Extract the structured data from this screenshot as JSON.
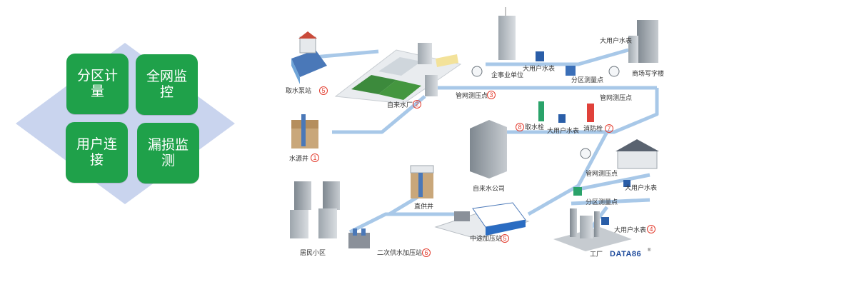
{
  "tiles": {
    "top_left": "分区计量",
    "top_right": "全网监控",
    "bottom_left": "用户连接",
    "bottom_right": "漏损监测"
  },
  "labels": {
    "intake_pump": "取水泵站",
    "intake_pump_no": "5",
    "water_plant": "自来水厂",
    "water_plant_no": "2",
    "source_well": "水源井",
    "source_well_no": "1",
    "enterprise": "企事业单位",
    "big_meter_1": "大用户水表",
    "big_meter_top": "大用户水表",
    "zone_point_1": "分区测量点",
    "office": "商场写字楼",
    "pressure_1": "管网测压点",
    "pressure_1_no": "3",
    "pressure_2": "管网测压点",
    "intake_hydrant": "取水栓",
    "intake_hydrant_no": "8",
    "big_meter_2": "大用户水表",
    "fire_hydrant": "消防栓",
    "fire_hydrant_no": "7",
    "company": "自来水公司",
    "pressure_3": "管网测压点",
    "big_meter_3": "大用户水表",
    "zone_point_2": "分区测量点",
    "direct_well": "直供井",
    "booster": "中途加压站",
    "booster_no": "5",
    "big_meter_4": "大用户水表",
    "big_meter_4_no": "4",
    "residential": "居民小区",
    "secondary": "二次供水加压站",
    "secondary_no": "6",
    "factory": "工厂",
    "brand": "DATA86",
    "brand_mark": "®"
  },
  "colors": {
    "tile_green": "#1fa14a",
    "diamond_blue": "#c9d4ee",
    "pipe_blue": "#a8c8e8",
    "number_red": "#e33d2f",
    "brand_blue": "#1e4b9c"
  }
}
